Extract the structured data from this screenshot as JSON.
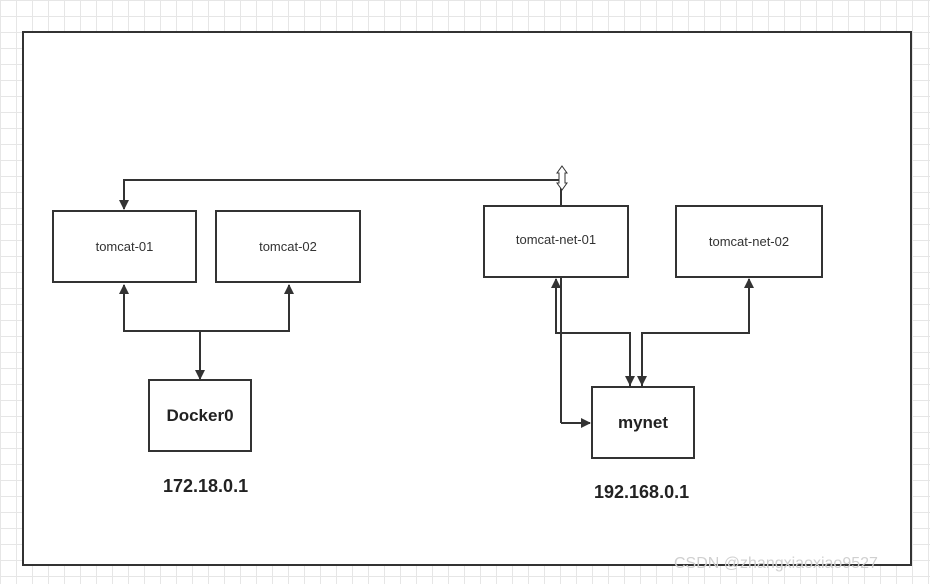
{
  "nodes": {
    "tomcat_01": "tomcat-01",
    "tomcat_02": "tomcat-02",
    "tomcat_net_01": "tomcat-net-01",
    "tomcat_net_02": "tomcat-net-02",
    "docker0": "Docker0",
    "mynet": "mynet"
  },
  "labels": {
    "docker0_ip": "172.18.0.1",
    "mynet_ip": "192.168.0.1"
  },
  "watermark": "CSDN @zhangxiaoxiao9527",
  "colors": {
    "stroke": "#333333",
    "grid": "#e6e6e6",
    "watermark": "#d0d0d0"
  },
  "icons": {
    "resize_handle": "vertical-resize-handle-icon"
  }
}
